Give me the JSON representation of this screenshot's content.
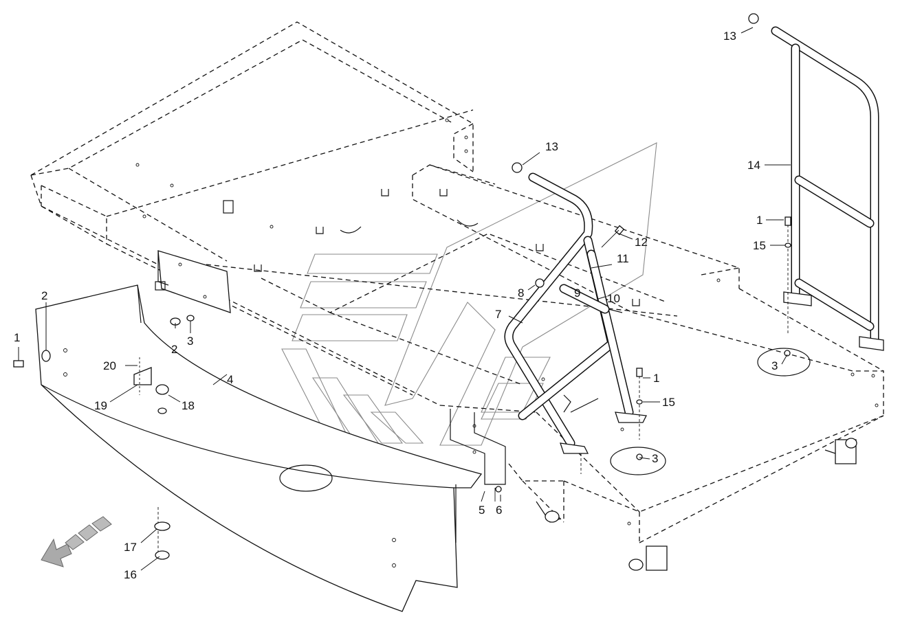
{
  "callouts": [
    {
      "id": "c1a",
      "text": "1"
    },
    {
      "id": "c2a",
      "text": "2"
    },
    {
      "id": "c2b",
      "text": "2"
    },
    {
      "id": "c3a",
      "text": "3"
    },
    {
      "id": "c4",
      "text": "4"
    },
    {
      "id": "c5",
      "text": "5"
    },
    {
      "id": "c6",
      "text": "6"
    },
    {
      "id": "c7",
      "text": "7"
    },
    {
      "id": "c8",
      "text": "8"
    },
    {
      "id": "c9",
      "text": "9"
    },
    {
      "id": "c10",
      "text": "10"
    },
    {
      "id": "c11",
      "text": "11"
    },
    {
      "id": "c12",
      "text": "12"
    },
    {
      "id": "c13a",
      "text": "13"
    },
    {
      "id": "c13b",
      "text": "13"
    },
    {
      "id": "c14",
      "text": "14"
    },
    {
      "id": "c1b",
      "text": "1"
    },
    {
      "id": "c15a",
      "text": "15"
    },
    {
      "id": "c1c",
      "text": "1"
    },
    {
      "id": "c15b",
      "text": "15"
    },
    {
      "id": "c3b",
      "text": "3"
    },
    {
      "id": "c3c",
      "text": "3"
    },
    {
      "id": "c16",
      "text": "16"
    },
    {
      "id": "c17",
      "text": "17"
    },
    {
      "id": "c18",
      "text": "18"
    },
    {
      "id": "c19",
      "text": "19"
    },
    {
      "id": "c20",
      "text": "20"
    }
  ]
}
